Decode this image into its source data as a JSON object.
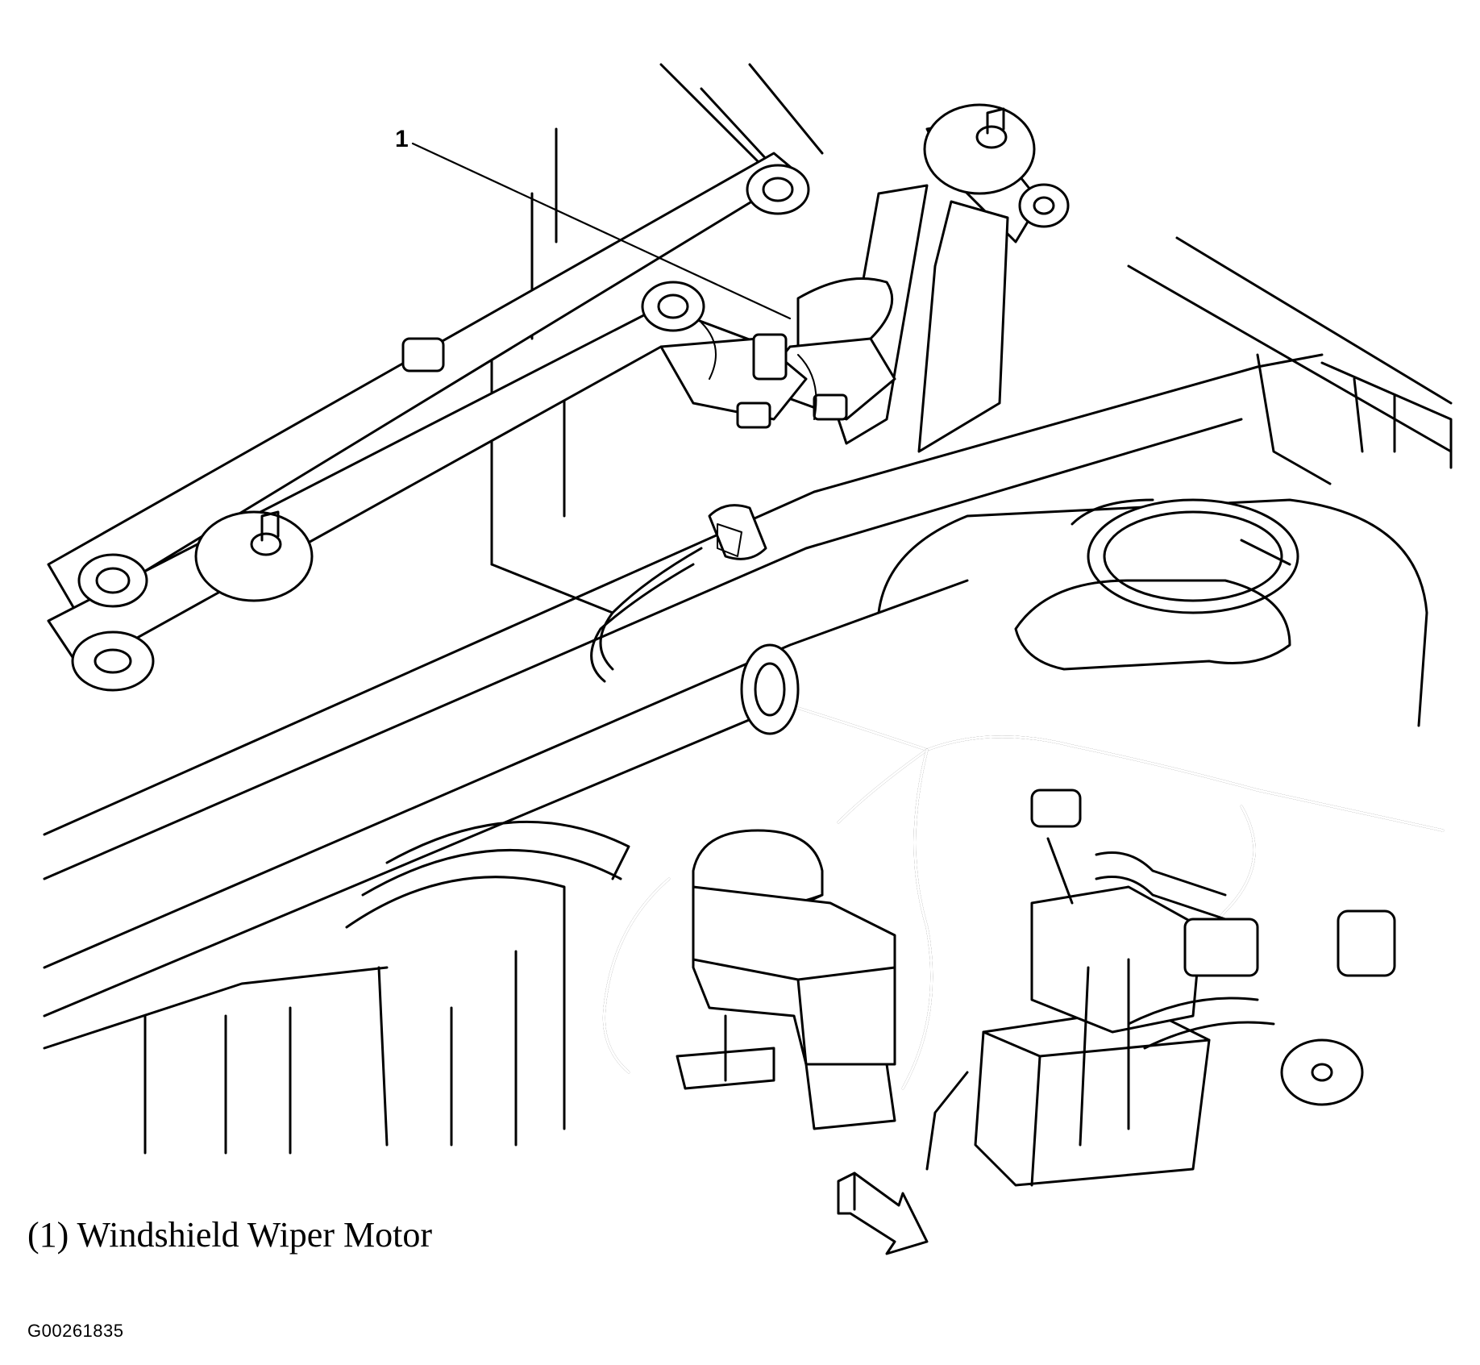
{
  "callout": {
    "number": "1"
  },
  "caption": "(1) Windshield Wiper Motor",
  "figure_id": "G00261835",
  "components": {
    "wiper_motor": "windshield-wiper-motor",
    "linkage": "wiper-linkage",
    "reservoir": "brake-fluid-reservoir",
    "abs_module": "abs-modulator",
    "harness": "wiring-harness",
    "direction_arrow": "front-direction-arrow"
  }
}
